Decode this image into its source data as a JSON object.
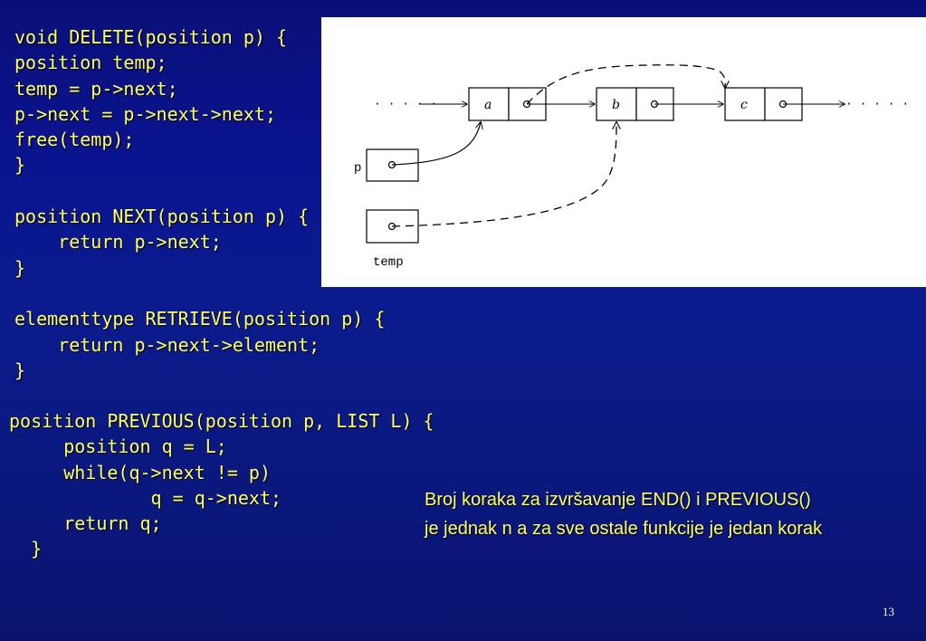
{
  "code": {
    "block_a": "void DELETE(position p) {\nposition temp;\ntemp = p->next;\np->next = p->next->next;\nfree(temp);\n}\n\nposition NEXT(position p) {\n    return p->next;\n}\n\nelementtype RETRIEVE(position p) {\n    return p->next->element;\n}",
    "block_b": "position PREVIOUS(position p, LIST L) {\n     position q = L;\n     while(q->next != p)\n             q = q->next;\n     return q;\n  }"
  },
  "diagram": {
    "nodes": [
      "a",
      "b",
      "c"
    ],
    "pointer_p": "p",
    "pointer_temp": "temp",
    "ellipsis_left": "· · · · ·",
    "ellipsis_right": "· · · · ·"
  },
  "note": {
    "line1": "Broj koraka za izvršavanje END() i PREVIOUS()",
    "line2": "je jednak n a za sve ostale funkcije je jedan korak"
  },
  "page_number": "13",
  "colors": {
    "text": "#ffff66",
    "background": "#0b1b8c",
    "figure_bg": "#ffffff"
  }
}
